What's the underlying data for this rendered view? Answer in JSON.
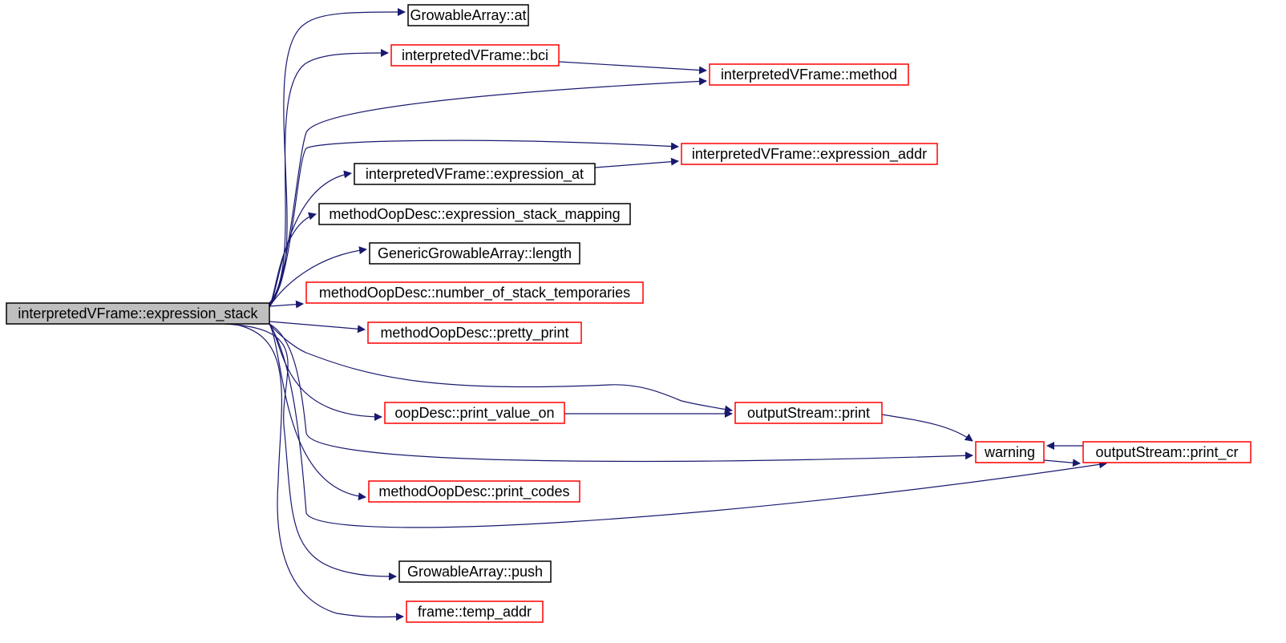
{
  "graph": {
    "colors": {
      "edge": "#191970",
      "border_default": "#000000",
      "border_highlight": "#ff0000",
      "root_fill": "#bfbfbf",
      "node_fill": "#ffffff"
    },
    "nodes": [
      {
        "id": "root",
        "label": "interpretedVFrame::expression_stack",
        "style": "root"
      },
      {
        "id": "ga_at",
        "label": "GrowableArray::at",
        "style": "default"
      },
      {
        "id": "ivf_bci",
        "label": "interpretedVFrame::bci",
        "style": "highlight"
      },
      {
        "id": "ivf_method",
        "label": "interpretedVFrame::method",
        "style": "highlight"
      },
      {
        "id": "ivf_expr_addr",
        "label": "interpretedVFrame::expression_addr",
        "style": "highlight"
      },
      {
        "id": "ivf_expr_at",
        "label": "interpretedVFrame::expression_at",
        "style": "default"
      },
      {
        "id": "mod_esm",
        "label": "methodOopDesc::expression_stack_mapping",
        "style": "default"
      },
      {
        "id": "gga_length",
        "label": "GenericGrowableArray::length",
        "style": "default"
      },
      {
        "id": "mod_nst",
        "label": "methodOopDesc::number_of_stack_temporaries",
        "style": "highlight"
      },
      {
        "id": "mod_pp",
        "label": "methodOopDesc::pretty_print",
        "style": "highlight"
      },
      {
        "id": "os_print",
        "label": "outputStream::print",
        "style": "highlight"
      },
      {
        "id": "od_pvo",
        "label": "oopDesc::print_value_on",
        "style": "highlight"
      },
      {
        "id": "warning",
        "label": "warning",
        "style": "highlight"
      },
      {
        "id": "os_print_cr",
        "label": "outputStream::print_cr",
        "style": "highlight"
      },
      {
        "id": "mod_pc",
        "label": "methodOopDesc::print_codes",
        "style": "highlight"
      },
      {
        "id": "ga_push",
        "label": "GrowableArray::push",
        "style": "default"
      },
      {
        "id": "frame_ta",
        "label": "frame::temp_addr",
        "style": "highlight"
      }
    ],
    "edges": [
      {
        "from": "root",
        "to": "ga_at"
      },
      {
        "from": "root",
        "to": "ivf_bci"
      },
      {
        "from": "ivf_bci",
        "to": "ivf_method"
      },
      {
        "from": "root",
        "to": "ivf_method"
      },
      {
        "from": "root",
        "to": "ivf_expr_addr"
      },
      {
        "from": "root",
        "to": "ivf_expr_at"
      },
      {
        "from": "ivf_expr_at",
        "to": "ivf_expr_addr"
      },
      {
        "from": "root",
        "to": "mod_esm"
      },
      {
        "from": "root",
        "to": "gga_length"
      },
      {
        "from": "root",
        "to": "mod_nst"
      },
      {
        "from": "root",
        "to": "mod_pp"
      },
      {
        "from": "root",
        "to": "os_print"
      },
      {
        "from": "root",
        "to": "od_pvo"
      },
      {
        "from": "od_pvo",
        "to": "os_print"
      },
      {
        "from": "os_print",
        "to": "warning"
      },
      {
        "from": "root",
        "to": "warning"
      },
      {
        "from": "warning",
        "to": "os_print_cr"
      },
      {
        "from": "os_print_cr",
        "to": "warning"
      },
      {
        "from": "root",
        "to": "os_print_cr"
      },
      {
        "from": "root",
        "to": "mod_pc"
      },
      {
        "from": "root",
        "to": "ga_push"
      },
      {
        "from": "root",
        "to": "frame_ta"
      }
    ]
  }
}
